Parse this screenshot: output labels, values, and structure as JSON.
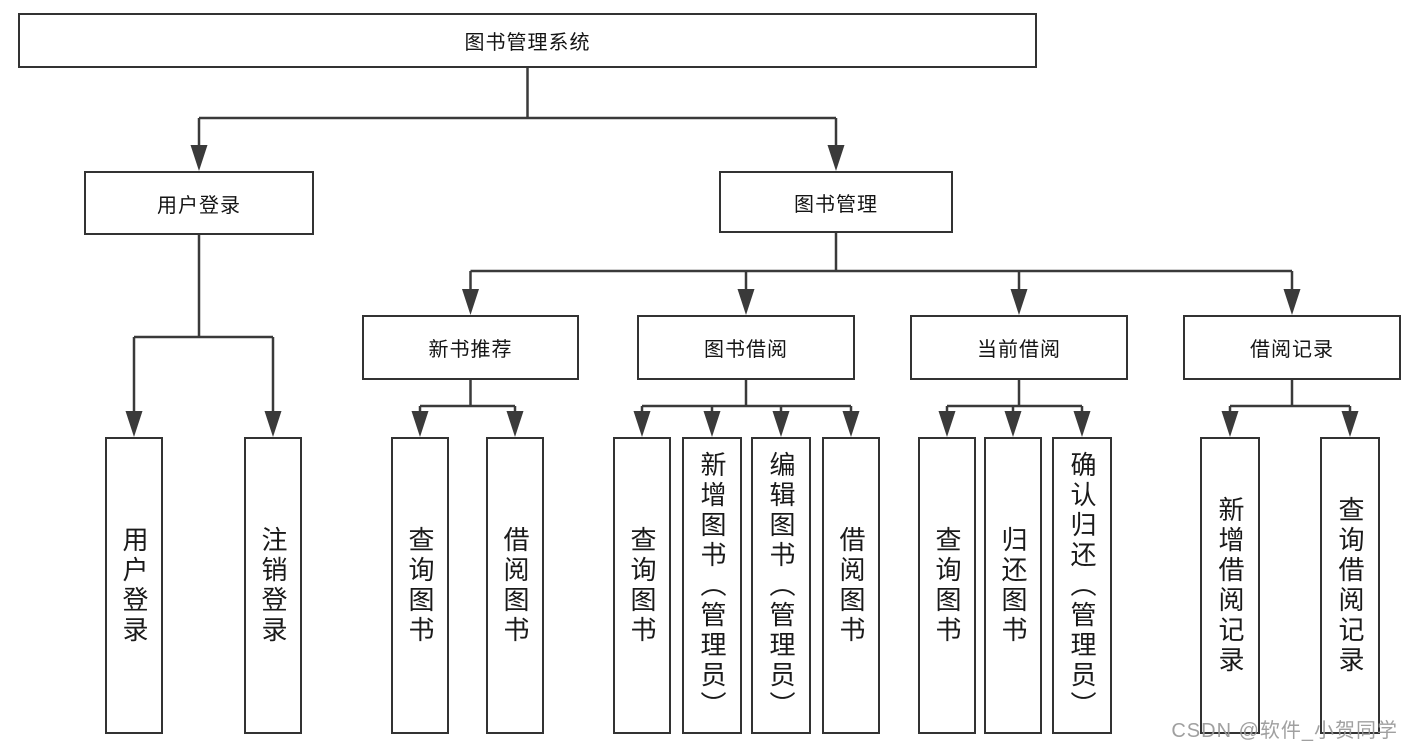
{
  "nodes": {
    "root": {
      "label": "图书管理系统"
    },
    "user_login": {
      "label": "用户登录"
    },
    "book_management": {
      "label": "图书管理"
    },
    "new_book_recommend": {
      "label": "新书推荐"
    },
    "book_borrowing": {
      "label": "图书借阅"
    },
    "current_borrowing": {
      "label": "当前借阅"
    },
    "borrowing_records": {
      "label": "借阅记录"
    },
    "login": {
      "label": "用户登录"
    },
    "logout": {
      "label": "注销登录"
    },
    "recommend_query_books": {
      "label": "查询图书"
    },
    "recommend_borrow_books": {
      "label": "借阅图书"
    },
    "borrow_query_books": {
      "label": "查询图书"
    },
    "borrow_add_books": {
      "label": "新增图书（管理员）"
    },
    "borrow_edit_books": {
      "label": "编辑图书（管理员）"
    },
    "borrow_borrow_books": {
      "label": "借阅图书"
    },
    "current_query_books": {
      "label": "查询图书"
    },
    "current_return_books": {
      "label": "归还图书"
    },
    "current_confirm_return": {
      "label": "确认归还（管理员）"
    },
    "records_add_record": {
      "label": "新增借阅记录"
    },
    "records_query_record": {
      "label": "查询借阅记录"
    }
  },
  "watermark": "CSDN @软件_小贺同学",
  "colors": {
    "line": "#3a3a3a",
    "box_border": "#333333",
    "box_fill": "#ffffff",
    "text": "#1a1a1a",
    "watermark": "#989898"
  }
}
